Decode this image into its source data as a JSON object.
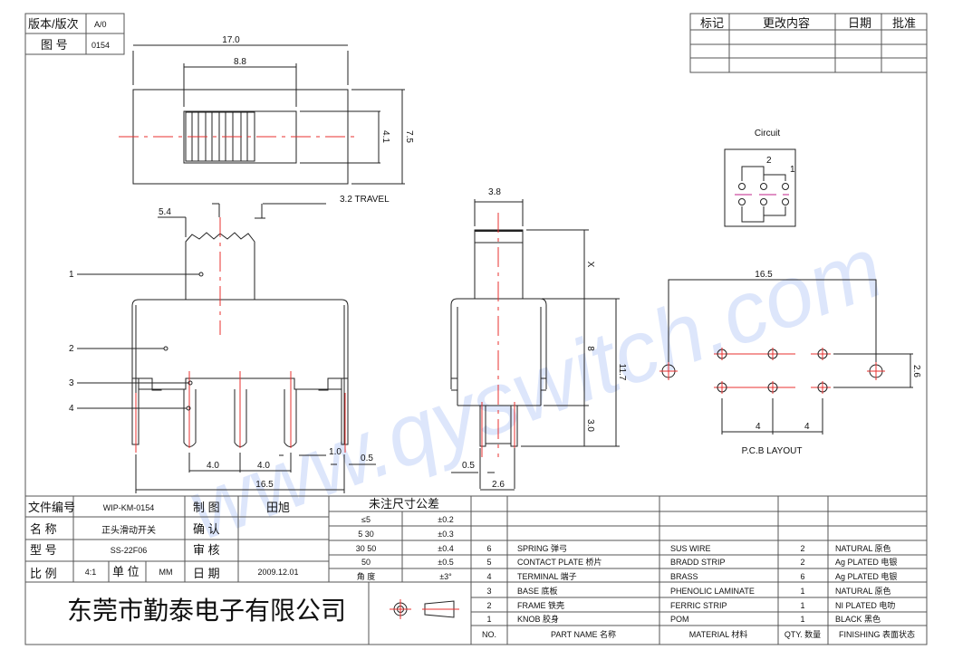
{
  "header": {
    "version_label": "版本/版次",
    "version_value": "A/0",
    "drawing_no_label": "图 号",
    "drawing_no_value": "0154"
  },
  "revision_table": {
    "headers": [
      "标记",
      "更改内容",
      "日期",
      "批准"
    ]
  },
  "watermark": "www.qyswitch.com",
  "top_view": {
    "width": "17.0",
    "knob_span": "8.8",
    "knob_height": "4.1",
    "height": "7.5",
    "travel": "3.2 TRAVEL"
  },
  "front_view": {
    "knob_width": "5.4",
    "leaders": [
      "1",
      "2",
      "3",
      "4"
    ],
    "pitch1": "4.0",
    "pitch2": "4.0",
    "pin_width": "1.0",
    "leg_width": "0.5",
    "overall": "16.5"
  },
  "side_view": {
    "knob_width": "3.8",
    "knob_height": "X",
    "body_height": "8",
    "pin_length": "3.0",
    "total_height": "11.7",
    "pin_thickness": "0.5",
    "pin_spacing": "2.6"
  },
  "circuit": {
    "title": "Circuit",
    "label_2": "2",
    "label_1": "1"
  },
  "pcb": {
    "overall": "16.5",
    "row_spacing": "2.6",
    "pitch1": "4",
    "pitch2": "4",
    "title": "P.C.B LAYOUT"
  },
  "title_block": {
    "file_no_label": "文件编号",
    "file_no": "WIP-KM-0154",
    "name_label": "名 称",
    "name": "正头滑动开关",
    "model_label": "型 号",
    "model": "SS-22F06",
    "scale_label": "比 例",
    "scale": "4:1",
    "unit_label": "单 位",
    "unit": "MM",
    "drawn_label": "制 图",
    "drawn": "田旭",
    "confirm_label": "确 认",
    "review_label": "审 核",
    "date_label": "日 期",
    "date": "2009.12.01",
    "company": "东莞市勤泰电子有限公司"
  },
  "tolerance": {
    "title": "未注尺寸公差",
    "rows": [
      [
        "≤5",
        "±0.2"
      ],
      [
        "5   30",
        "±0.3"
      ],
      [
        "30   50",
        "±0.4"
      ],
      [
        "50",
        "±0.5"
      ],
      [
        "角 度",
        "±3°"
      ]
    ]
  },
  "parts": {
    "headers": {
      "no": "NO.",
      "name": "PART  NAME 名称",
      "material": "MATERIAL 材料",
      "qty": "QTY. 数量",
      "finish": "FINISHING 表面状态"
    },
    "rows": [
      {
        "no": "6",
        "name": "SPRING 弹弓",
        "material": "SUS WIRE",
        "qty": "2",
        "finish": "NATURAL 原色"
      },
      {
        "no": "5",
        "name": "CONTACT PLATE 桥片",
        "material": "BRADD STRIP",
        "qty": "2",
        "finish": "Ag PLATED 电银"
      },
      {
        "no": "4",
        "name": "TERMINAL 端子",
        "material": "BRASS",
        "qty": "6",
        "finish": "Ag PLATED 电银"
      },
      {
        "no": "3",
        "name": "BASE 底板",
        "material": "PHENOLIC LAMINATE",
        "qty": "1",
        "finish": "NATURAL 原色"
      },
      {
        "no": "2",
        "name": "FRAME 铁壳",
        "material": "FERRIC STRIP",
        "qty": "1",
        "finish": "NI PLATED 电叻"
      },
      {
        "no": "1",
        "name": "KNOB 胶身",
        "material": "POM",
        "qty": "1",
        "finish": "BLACK 黑色"
      }
    ]
  }
}
